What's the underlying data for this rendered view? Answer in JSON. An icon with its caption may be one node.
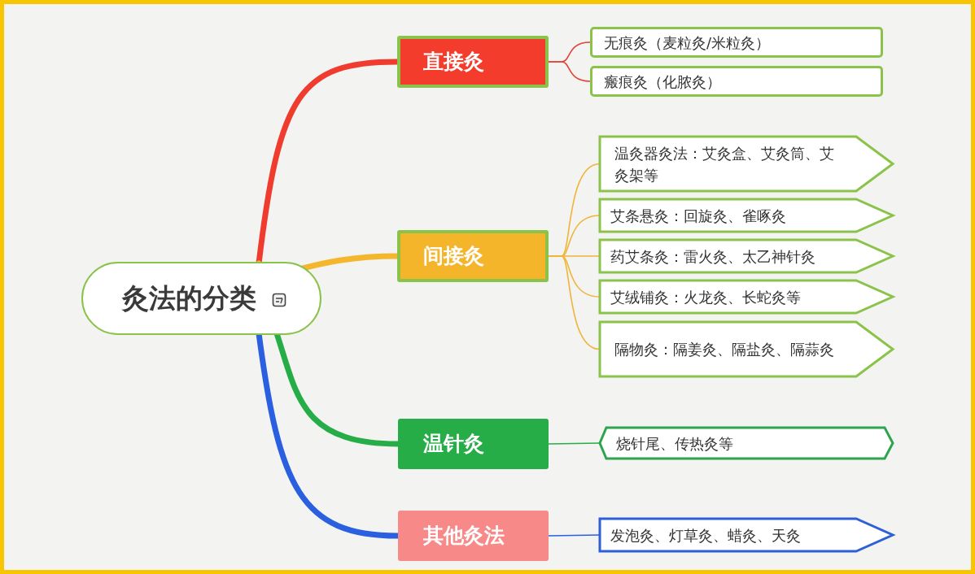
{
  "diagram": {
    "nodes": [
      {
        "text": [
          "灸法的分类"
        ]
      },
      {
        "text": [
          "直接灸"
        ]
      },
      {
        "text": [
          "无痕灸（麦粒灸/米粒灸）"
        ]
      },
      {
        "text": [
          "瘢痕灸（化脓灸）"
        ]
      },
      {
        "text": [
          "间接灸"
        ]
      },
      {
        "text": [
          "温灸器灸法：艾灸盒、艾灸筒、艾灸架等"
        ]
      },
      {
        "text": [
          "艾条悬灸：回旋灸、雀啄灸"
        ]
      },
      {
        "text": [
          "药艾条灸：雷火灸、太乙神针灸"
        ]
      },
      {
        "text": [
          "艾绒铺灸：火龙灸、长蛇灸等"
        ]
      },
      {
        "text": [
          "隔物灸：隔姜灸、隔盐灸、隔蒜灸"
        ]
      },
      {
        "text": [
          "温针灸"
        ]
      },
      {
        "text": [
          "烧针尾、传热灸等"
        ]
      },
      {
        "text": [
          "其他灸法"
        ]
      },
      {
        "text": [
          "发泡灸、灯草灸、蜡灸、天灸"
        ]
      }
    ],
    "edges": [
      {
        "from": 0,
        "to": 1,
        "arrow": "none",
        "style": "thick",
        "color": "#f03c2e"
      },
      {
        "from": 1,
        "to": 2,
        "arrow": "none",
        "color": "#e0443a"
      },
      {
        "from": 1,
        "to": 3,
        "arrow": "none",
        "color": "#e0443a"
      },
      {
        "from": 0,
        "to": 4,
        "arrow": "none",
        "style": "thick",
        "color": "#f4b62c"
      },
      {
        "from": 4,
        "to": 5,
        "arrow": "none",
        "color": "#f0b43a"
      },
      {
        "from": 4,
        "to": 6,
        "arrow": "none",
        "color": "#f0b43a"
      },
      {
        "from": 4,
        "to": 7,
        "arrow": "none",
        "color": "#f0b43a"
      },
      {
        "from": 4,
        "to": 8,
        "arrow": "none",
        "color": "#f0b43a"
      },
      {
        "from": 4,
        "to": 9,
        "arrow": "none",
        "color": "#f0b43a"
      },
      {
        "from": 0,
        "to": 10,
        "arrow": "none",
        "style": "thick",
        "color": "#27ad48"
      },
      {
        "from": 10,
        "to": 11,
        "arrow": "none",
        "color": "#27ad48"
      },
      {
        "from": 0,
        "to": 12,
        "arrow": "none",
        "style": "thick",
        "color": "#2a5fe0"
      },
      {
        "from": 12,
        "to": 13,
        "arrow": "none",
        "color": "#2a5fe0"
      }
    ]
  }
}
